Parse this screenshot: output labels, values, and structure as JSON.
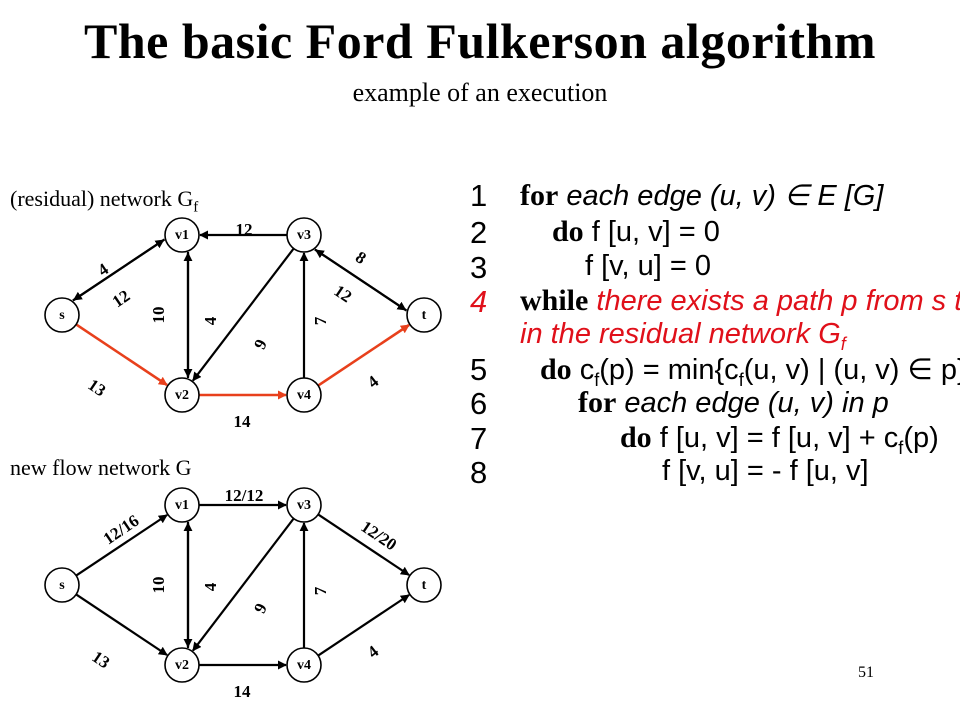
{
  "title": "The basic Ford Fulkerson algorithm",
  "subtitle": "example of an execution",
  "residual_label": "(residual) network G",
  "residual_label_sub": "f",
  "flow_label": "new flow network G",
  "graph_residual": {
    "nodes": [
      "s",
      "v1",
      "v2",
      "v3",
      "v4",
      "t"
    ],
    "edges": [
      {
        "from": "s",
        "to": "v1",
        "label": "4",
        "highlight": false
      },
      {
        "from": "v1",
        "to": "s",
        "label": "12",
        "highlight": false
      },
      {
        "from": "s",
        "to": "v2",
        "label": "13",
        "highlight": true
      },
      {
        "from": "v1",
        "to": "v2",
        "label": "10",
        "highlight": false
      },
      {
        "from": "v2",
        "to": "v1",
        "label": "4",
        "highlight": false
      },
      {
        "from": "v3",
        "to": "v1",
        "label": "12",
        "highlight": false
      },
      {
        "from": "v3",
        "to": "v2",
        "label": "9",
        "highlight": false
      },
      {
        "from": "v2",
        "to": "v4",
        "label": "14",
        "highlight": true
      },
      {
        "from": "v4",
        "to": "v3",
        "label": "7",
        "highlight": false
      },
      {
        "from": "v3",
        "to": "t",
        "label": "12",
        "highlight": false
      },
      {
        "from": "t",
        "to": "v3",
        "label": "8",
        "highlight": false
      },
      {
        "from": "v4",
        "to": "t",
        "label": "4",
        "highlight": true
      }
    ]
  },
  "graph_flow": {
    "nodes": [
      "s",
      "v1",
      "v2",
      "v3",
      "v4",
      "t"
    ],
    "edges": [
      {
        "from": "s",
        "to": "v1",
        "label": "12/16"
      },
      {
        "from": "s",
        "to": "v2",
        "label": "13"
      },
      {
        "from": "v1",
        "to": "v2",
        "label": "10"
      },
      {
        "from": "v2",
        "to": "v1",
        "label": "4"
      },
      {
        "from": "v1",
        "to": "v3",
        "label": "12/12"
      },
      {
        "from": "v3",
        "to": "v2",
        "label": "9"
      },
      {
        "from": "v2",
        "to": "v4",
        "label": "14"
      },
      {
        "from": "v4",
        "to": "v3",
        "label": "7"
      },
      {
        "from": "v3",
        "to": "t",
        "label": "12/20"
      },
      {
        "from": "v4",
        "to": "t",
        "label": "4"
      }
    ]
  },
  "colors": {
    "highlight": "#e8401c",
    "text_red": "#e0101a",
    "edge": "#000000"
  },
  "code": {
    "l1": {
      "num": "1",
      "kw": "for",
      "text": " each edge (u, v) ∈ E [G]"
    },
    "l2": {
      "num": "2",
      "kw": "do",
      "text": " f [u, v] = 0"
    },
    "l3": {
      "num": "3",
      "text": "f [v, u] = 0"
    },
    "l4": {
      "num": "4",
      "kw": "while",
      "text": " there exists a path p from s to t"
    },
    "l4b": {
      "text": "in the residual network G",
      "sub": "f"
    },
    "l5": {
      "num": "5",
      "kw": "do",
      "pre": " c",
      "sub": "f",
      "mid": "(p) = min{c",
      "sub2": "f",
      "post": "(u, v) | (u, v) ∈ p}"
    },
    "l6": {
      "num": "6",
      "kw": "for",
      "text": " each edge (u, v) in p"
    },
    "l7": {
      "num": "7",
      "kw": "do",
      "pre": " f [u, v] = f [u, v] + c",
      "sub": "f",
      "post": "(p)"
    },
    "l8": {
      "num": "8",
      "text": "f [v, u] = - f [u, v]"
    }
  },
  "page_number": "51"
}
